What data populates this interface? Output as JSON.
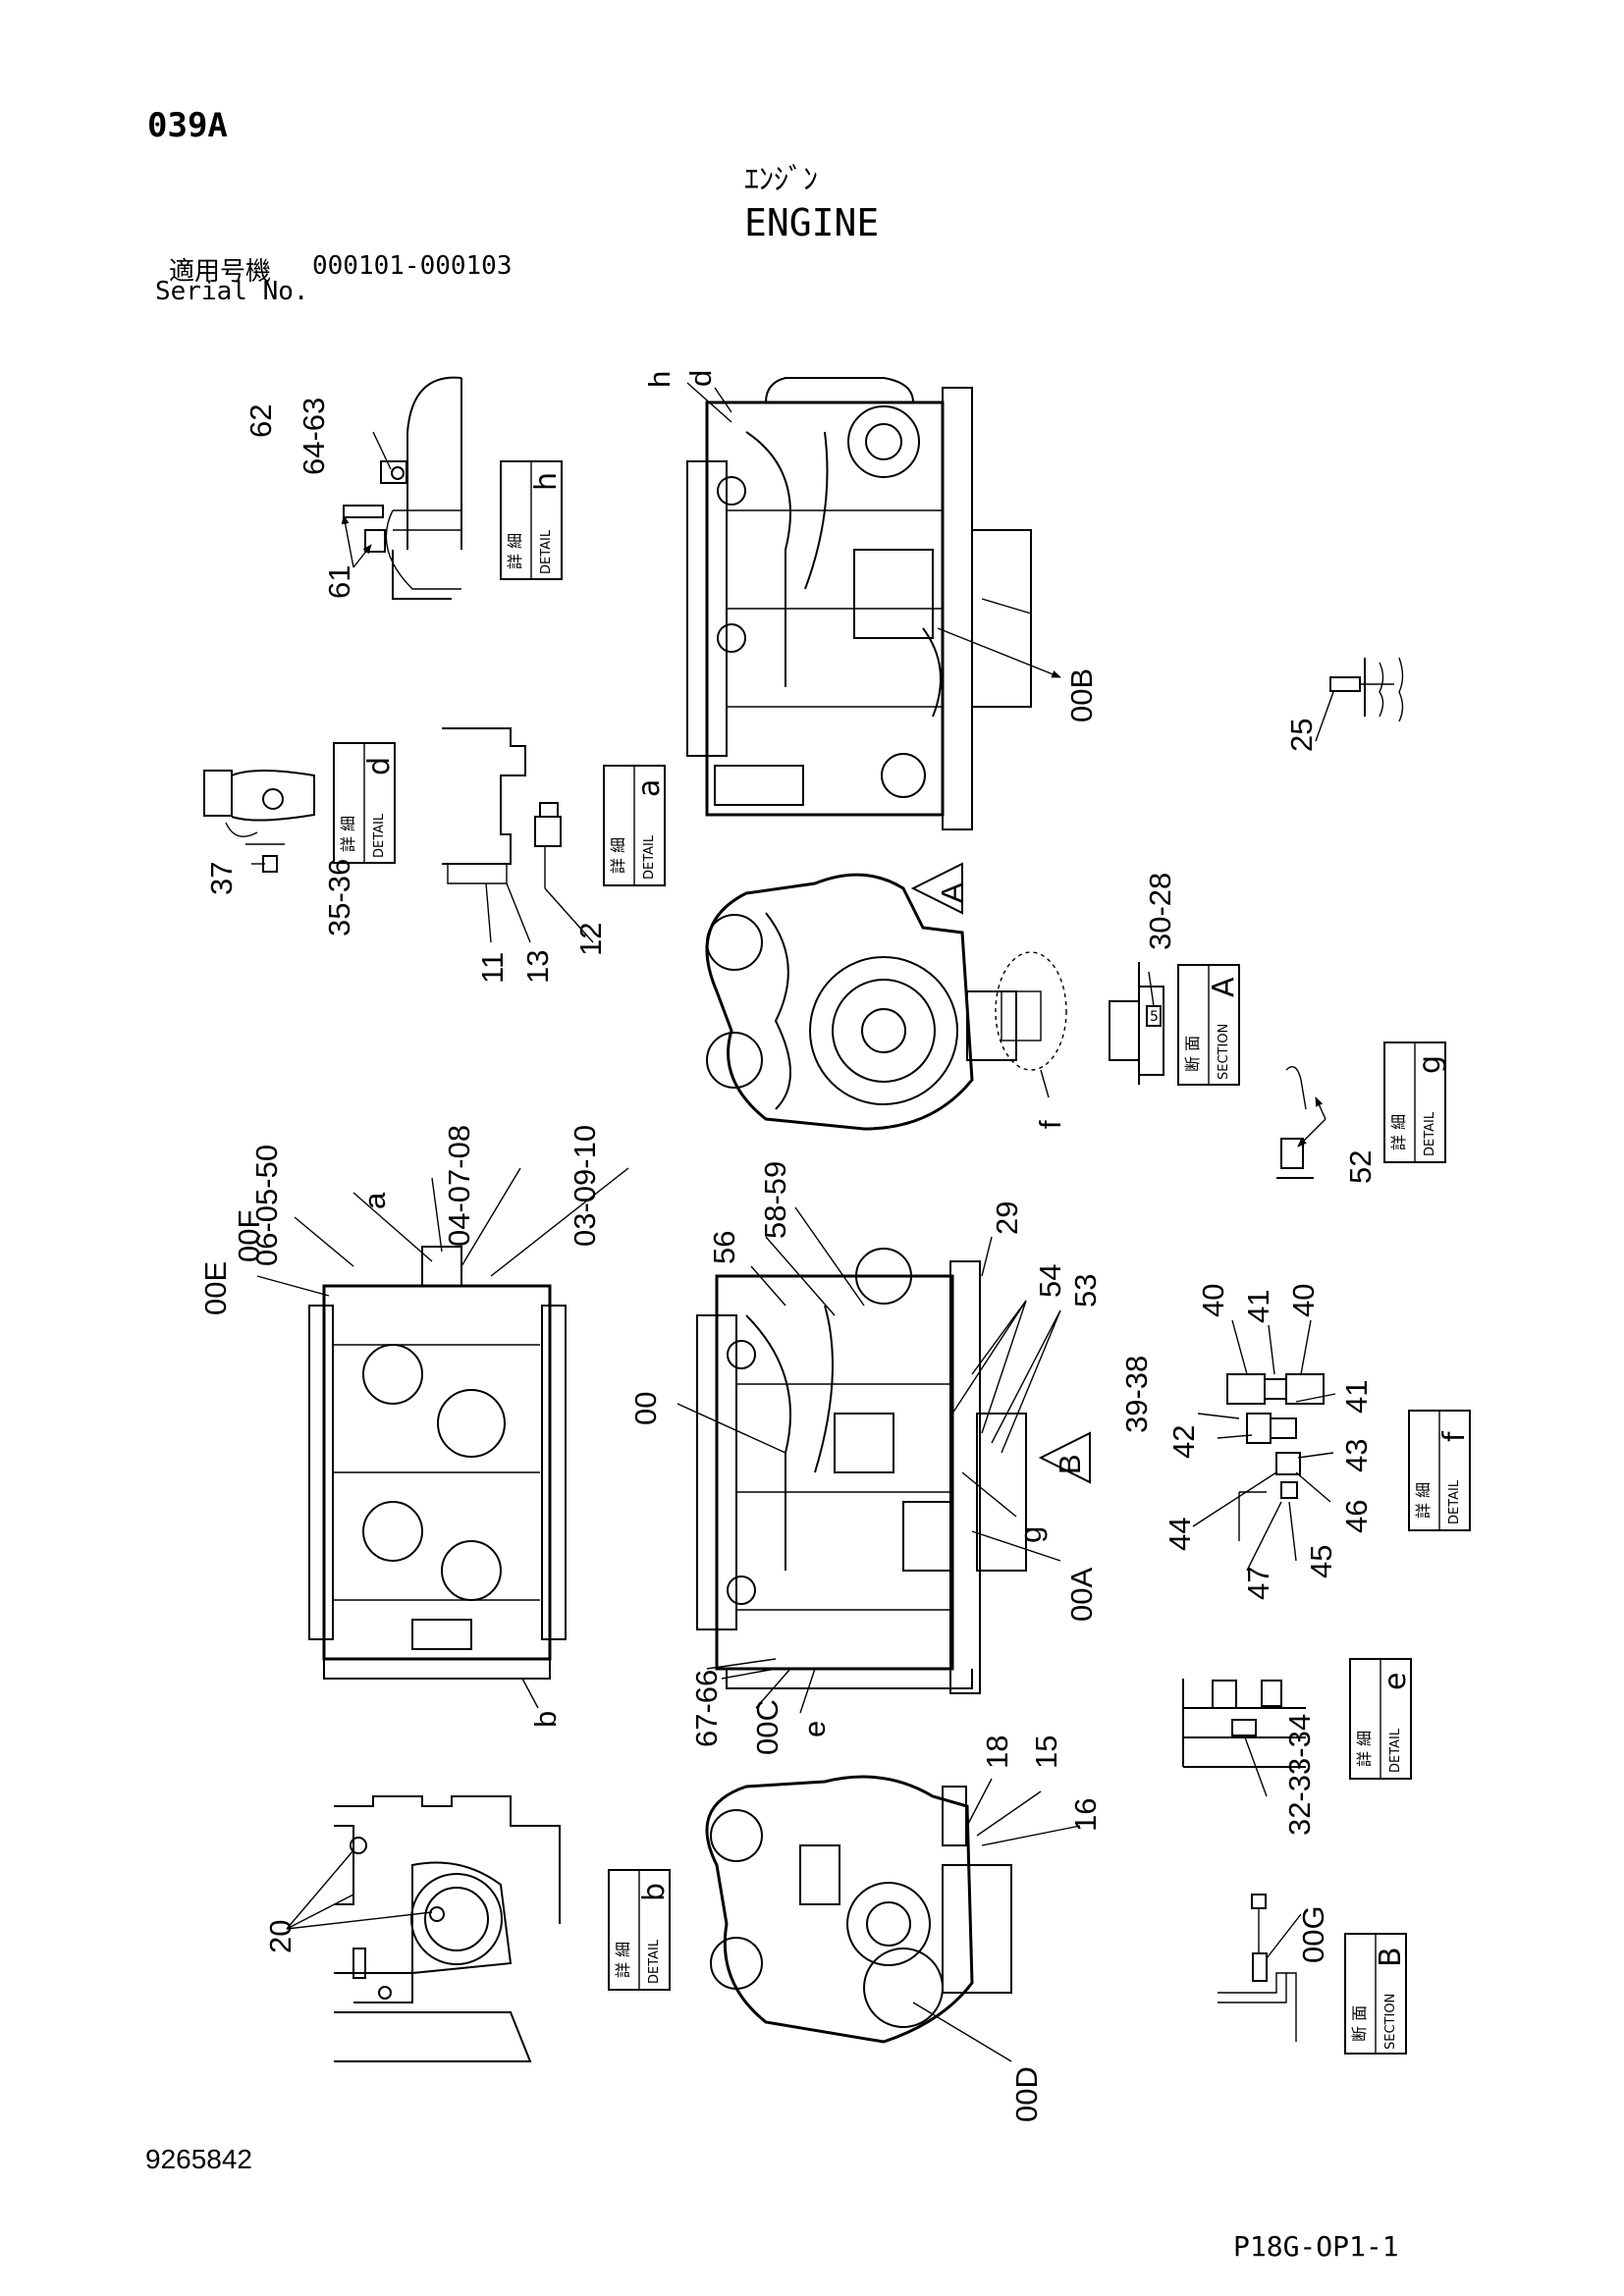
{
  "header": {
    "page_id": "039A",
    "title_jp": "ｴﾝｼﾞﾝ",
    "title_en": "ENGINE",
    "serial_label_jp": "適用号機",
    "serial_value": "000101-000103",
    "serial_label_en": "Serial No."
  },
  "footer": {
    "drawing_number": "9265842",
    "sheet_code": "P18G-OP1-1"
  },
  "tags": {
    "detail_jp": "詳 細",
    "detail_en": "DETAIL",
    "section_jp": "断 面",
    "section_en": "SECTION",
    "h": "h",
    "d": "d",
    "a": "a",
    "g": "g",
    "f": "f",
    "e": "e",
    "b": "b",
    "secA": "A",
    "secB": "B"
  },
  "callouts": {
    "c62": "62",
    "c64_63": "64-63",
    "c61": "61",
    "c37": "37",
    "c35_36": "35-36",
    "c11": "11",
    "c13": "13",
    "c12": "12",
    "c00B": "00B",
    "c25": "25",
    "c30_28": "30-28",
    "c52": "52",
    "c06_05_50": "06-05-50",
    "c04_07_08": "04-07-08",
    "c03_09_10": "03-09-10",
    "c00F": "00F",
    "c00E": "00E",
    "c58_59": "58-59",
    "c56": "56",
    "c29": "29",
    "c54": "54",
    "c53": "53",
    "c00": "00",
    "c00A": "00A",
    "c67_66": "67-66",
    "c00C": "00C",
    "c40a": "40",
    "c41a": "41",
    "c40b": "40",
    "c39_38": "39-38",
    "c41b": "41",
    "c42": "42",
    "c43": "43",
    "c44": "44",
    "c46": "46",
    "c47": "47",
    "c45": "45",
    "c32_33_34": "32-33-34",
    "c18": "18",
    "c15": "15",
    "c16": "16",
    "c20": "20",
    "c00D": "00D",
    "c00G": "00G",
    "lbl_h": "h",
    "lbl_d": "d",
    "lbl_a": "a",
    "lbl_f": "f",
    "lbl_g": "g",
    "lbl_b": "b",
    "lbl_e": "e",
    "lbl_A": "A",
    "lbl_B": "B",
    "lbl_S5": "5"
  }
}
